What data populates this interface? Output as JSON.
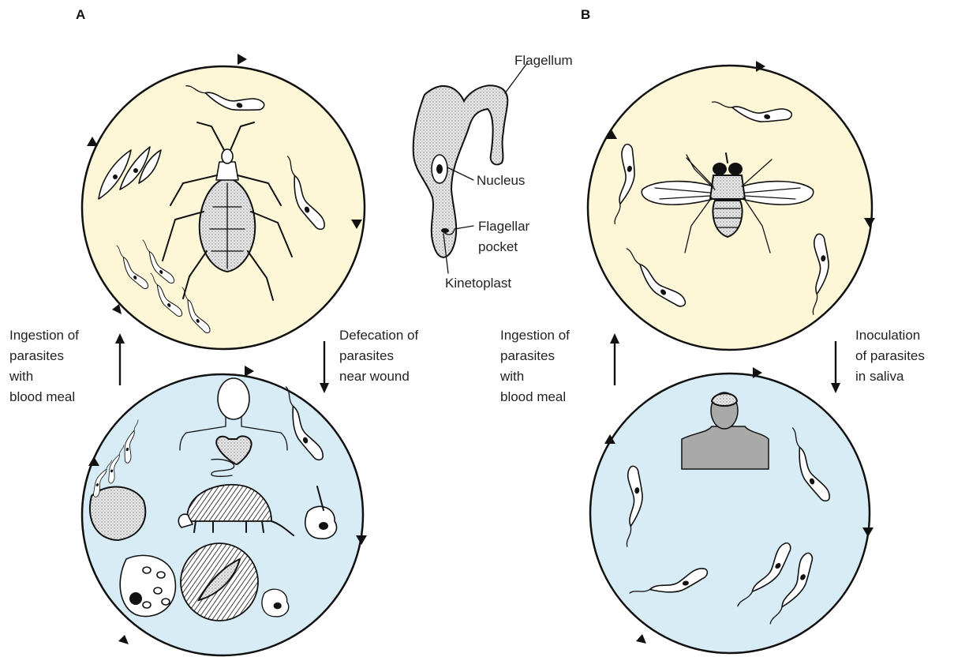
{
  "panels": {
    "a": {
      "letter": "A",
      "left_label": [
        "Ingestion of",
        "parasites",
        "with",
        "blood meal"
      ],
      "right_label": [
        "Defecation of",
        "parasites",
        "near wound"
      ]
    },
    "b": {
      "letter": "B",
      "left_label": [
        "Ingestion of",
        "parasites",
        "with",
        "blood meal"
      ],
      "right_label": [
        "Inoculation",
        "of parasites",
        "in saliva"
      ]
    }
  },
  "trypanosome_labels": {
    "flagellum": "Flagellum",
    "nucleus": "Nucleus",
    "flagellar_pocket": [
      "Flagellar",
      "pocket"
    ],
    "kinetoplast": "Kinetoplast"
  },
  "colors": {
    "vector_cycle_fill": "#fdf7d8",
    "host_cycle_fill": "#d8ecf6",
    "ink": "#111111"
  }
}
